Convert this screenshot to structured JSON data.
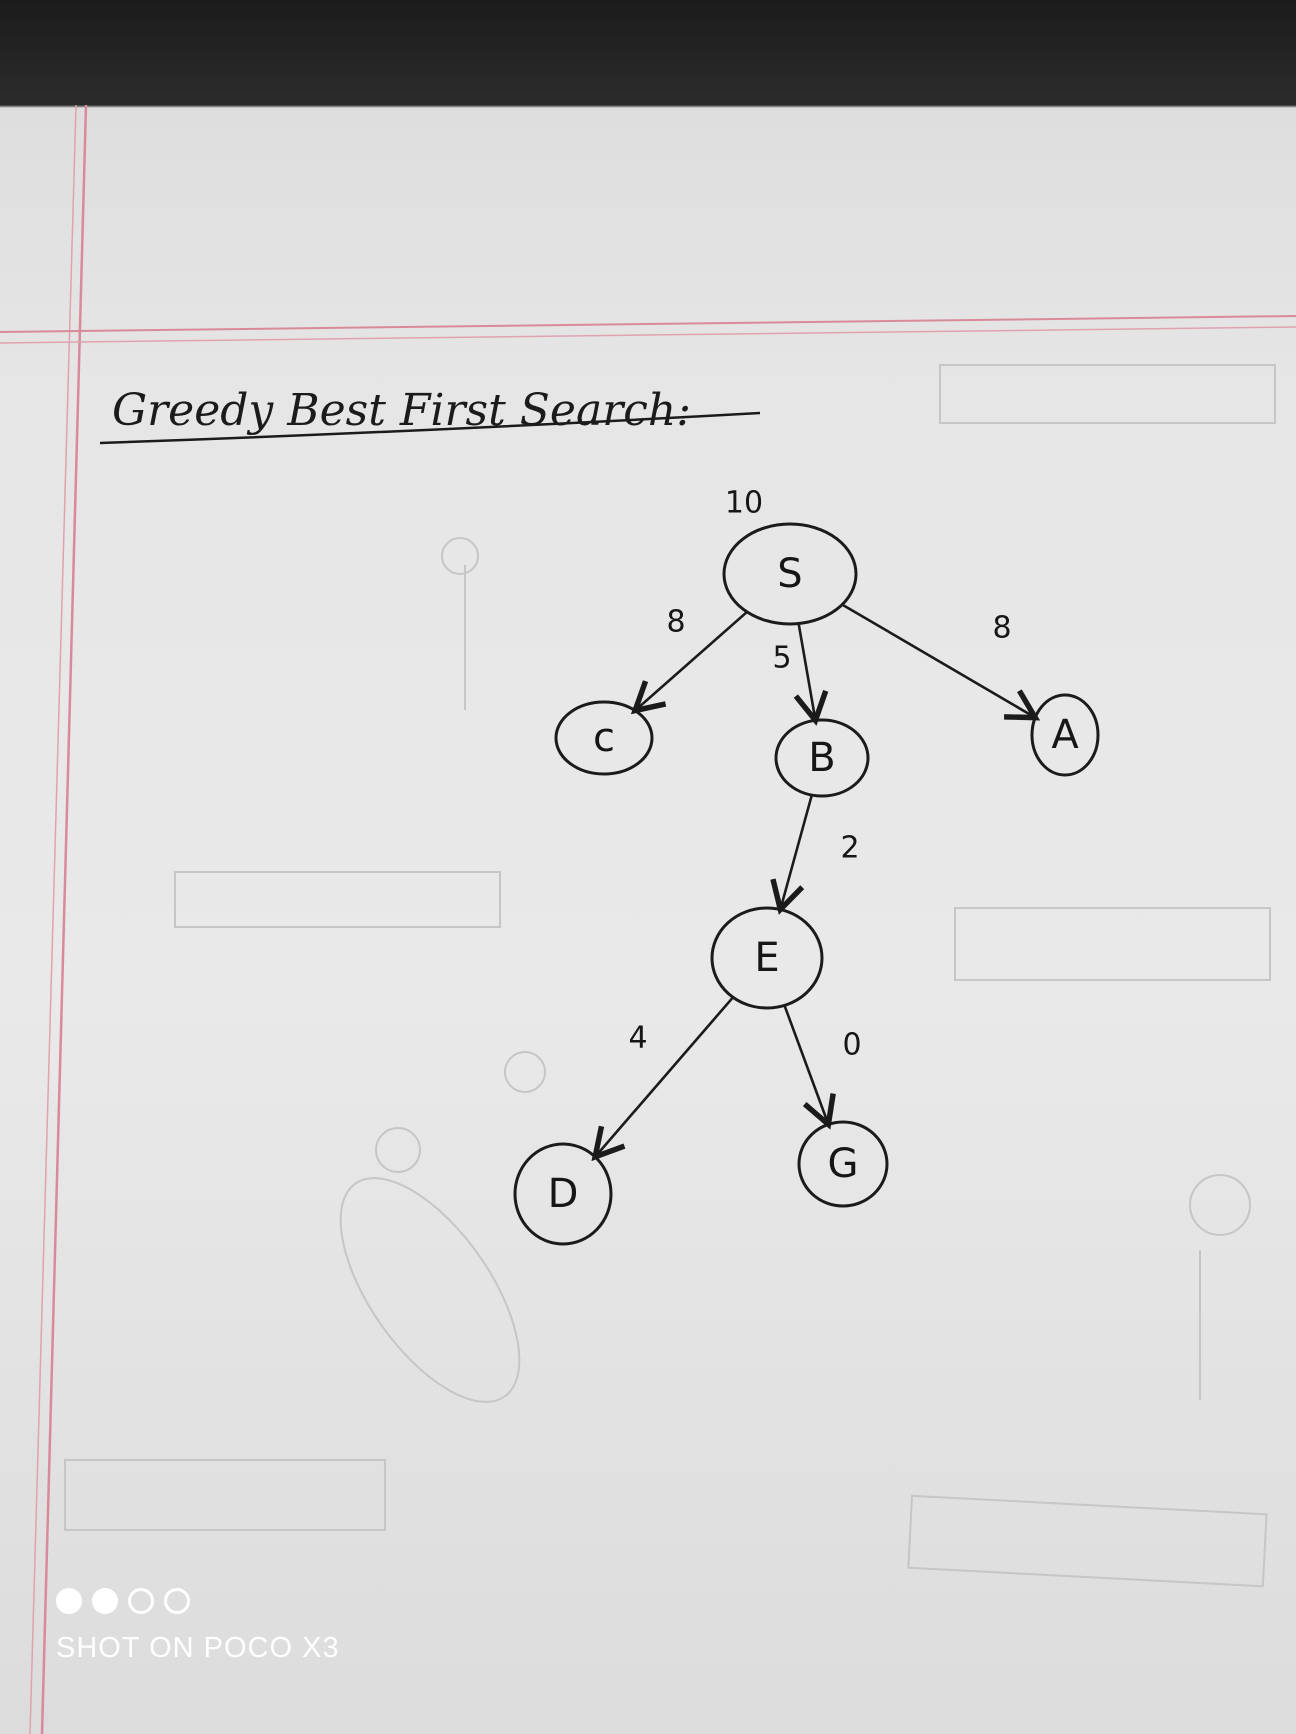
{
  "page": {
    "title": "Greedy Best First Search:"
  },
  "graph": {
    "nodes": [
      {
        "id": "S",
        "label": "S",
        "heuristic": "10"
      },
      {
        "id": "C",
        "label": "c"
      },
      {
        "id": "B",
        "label": "B"
      },
      {
        "id": "A",
        "label": "A"
      },
      {
        "id": "E",
        "label": "E"
      },
      {
        "id": "D",
        "label": "D"
      },
      {
        "id": "G",
        "label": "G"
      }
    ],
    "edges": [
      {
        "from": "S",
        "to": "C",
        "weight": "8"
      },
      {
        "from": "S",
        "to": "B",
        "weight": "5"
      },
      {
        "from": "S",
        "to": "A",
        "weight": "8"
      },
      {
        "from": "B",
        "to": "E",
        "weight": "2"
      },
      {
        "from": "E",
        "to": "D",
        "weight": "4"
      },
      {
        "from": "E",
        "to": "G",
        "weight": "0"
      }
    ]
  },
  "watermark": {
    "text": "SHOT ON POCO X3",
    "dots": [
      "filled",
      "filled",
      "hollow",
      "hollow"
    ]
  },
  "colors": {
    "ink": "#1b1b1b",
    "margin_line": "#d98a9a",
    "paper": "#e6e6e6",
    "bleed_through": "#c4c4c4"
  }
}
